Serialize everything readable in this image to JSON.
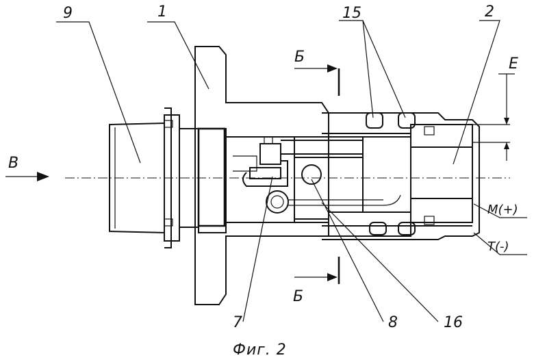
{
  "labels": {
    "n9": "9",
    "n1": "1",
    "n15": "15",
    "n2": "2",
    "B_top": "Б",
    "E": "E",
    "V": "B",
    "M": "M(+)",
    "T": "T(-)",
    "B_bottom": "Б",
    "n7": "7",
    "n8": "8",
    "n16": "16"
  },
  "caption": "Фиг. 2",
  "colors": {
    "ink": "#111111",
    "paper": "#ffffff"
  }
}
